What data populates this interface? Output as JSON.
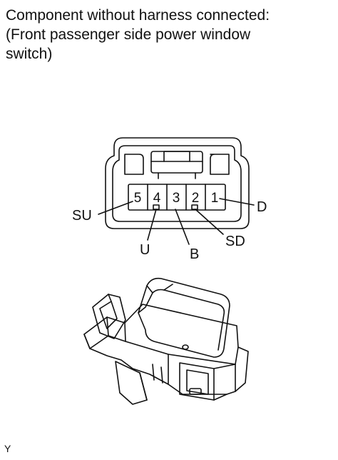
{
  "caption": {
    "line1": "Component without harness connected:",
    "line2": "(Front passenger side power window",
    "line3": "switch)"
  },
  "connector": {
    "pins": [
      {
        "number": "5",
        "callout": "SU"
      },
      {
        "number": "4",
        "callout": "U"
      },
      {
        "number": "3",
        "callout": "B"
      },
      {
        "number": "2",
        "callout": "SD"
      },
      {
        "number": "1",
        "callout": "D"
      }
    ]
  },
  "figure_id": "Y"
}
